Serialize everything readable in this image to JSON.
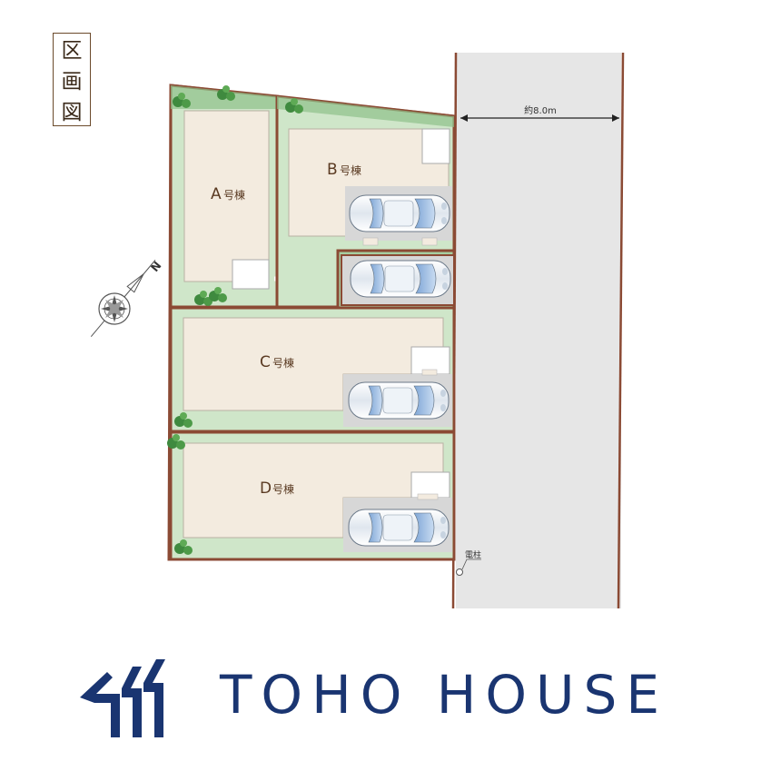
{
  "title": {
    "chars": [
      "区",
      "画",
      "図"
    ]
  },
  "lots": [
    {
      "id": "A",
      "letter": "A",
      "suffix": "号棟"
    },
    {
      "id": "B",
      "letter": "B",
      "suffix": "号棟"
    },
    {
      "id": "C",
      "letter": "C",
      "suffix": "号棟"
    },
    {
      "id": "D",
      "letter": "D",
      "suffix": "号棟"
    }
  ],
  "road": {
    "width_label": "約8.0m"
  },
  "pole_label": "電柱",
  "compass": {
    "label": "N"
  },
  "logo": {
    "text": "TOHO HOUSE"
  },
  "colors": {
    "boundary": "#8b4a34",
    "garden": "#8fc08a",
    "garden_light": "#d9ead4",
    "building": "#f3ebdf",
    "parking": "#d7d7d7",
    "road": "#e6e6e6",
    "brand": "#1a3571"
  }
}
